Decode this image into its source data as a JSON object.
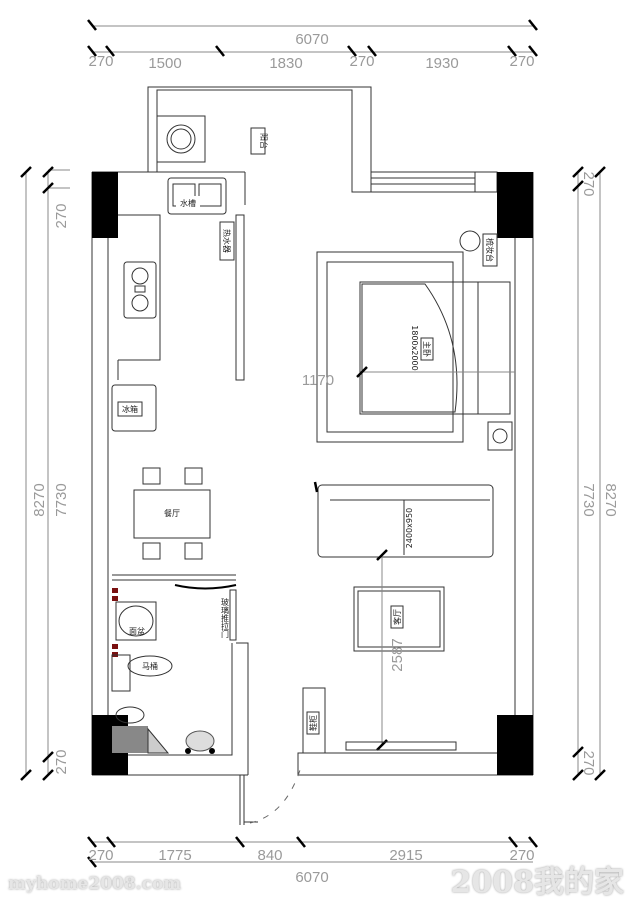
{
  "dimensions": {
    "top_total": "6070",
    "top_segments": [
      "270",
      "1500",
      "1830",
      "270",
      "1930",
      "270"
    ],
    "bottom_total": "6070",
    "bottom_segments": [
      "270",
      "1775",
      "840",
      "2915",
      "270"
    ],
    "left_total": "8270",
    "left_inner": "7730",
    "left_top": "270",
    "left_bottom": "270",
    "right_total": "8270",
    "right_inner": "7730",
    "right_top": "270",
    "right_bottom": "270",
    "bedroom_width": "1170",
    "living_depth": "2587"
  },
  "rooms": {
    "balcony": "阳台",
    "sink": "水槽",
    "water_heater": "热水器",
    "fridge": "冰箱",
    "dining": "餐厅",
    "basin": "面盆",
    "toilet": "马桶",
    "sliding_door": "玻璃推拉门",
    "master_bedroom": "主卧",
    "bed_size": "1800x2000",
    "dresser": "梳妆台",
    "living_room": "客厅",
    "sofa_size": "2400x950",
    "shoe_cabinet": "鞋柜"
  },
  "watermark": {
    "line1": "2008我的家",
    "line2": "myhome2008.com"
  }
}
